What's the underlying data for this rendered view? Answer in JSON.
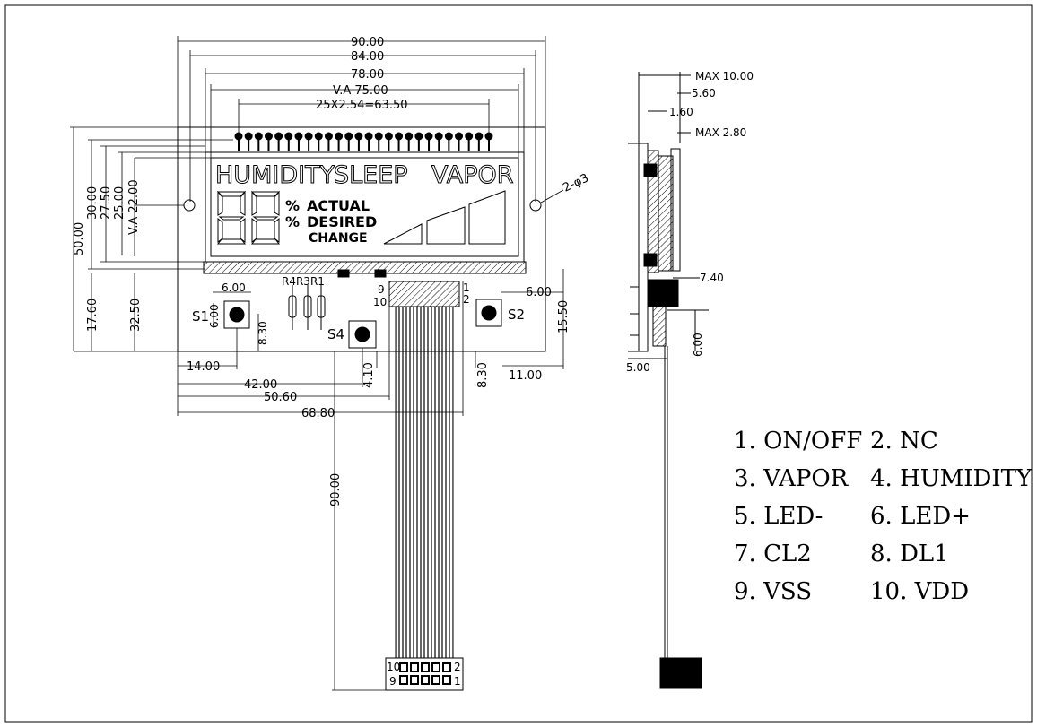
{
  "lcd": {
    "humidity": "HUMIDITY",
    "sleep": "SLEEP",
    "vapor": "VAPOR",
    "percent": "%",
    "actual": "ACTUAL",
    "desired": "DESIRED",
    "change": "CHANGE"
  },
  "hole_note": "2-φ3",
  "dims": {
    "w90": "90.00",
    "w84": "84.00",
    "w78": "78.00",
    "va75": "V.A 75.00",
    "pitch": "25X2.54=63.50",
    "h50": "50.00",
    "h30": "30.00",
    "h27_5": "27.50",
    "h25": "25.00",
    "va22": "V.A 22.00",
    "h17_6": "17.60",
    "h32_5": "32.50",
    "sw_w": "6.00",
    "sw_h": "6.00",
    "sw_8_30": "8.30",
    "d14": "14.00",
    "d42": "42.00",
    "d50_6": "50.60",
    "d68_8": "68.80",
    "d4_10": "4.10",
    "d8_30b": "8.30",
    "d11": "11.00",
    "d6r": "6.00",
    "d15_5": "15.50",
    "d90v": "90.00",
    "side_max10": "MAX 10.00",
    "side_5_60": "5.60",
    "side_1_60": "1.60",
    "side_max2_8": "MAX 2.80",
    "side_7_40": "7.40",
    "side_6": "6.00",
    "side_5": "5.00"
  },
  "labels": {
    "r4r3r1": "R4R3R1",
    "s1": "S1",
    "s2": "S2",
    "s4": "S4",
    "fpc9": "9",
    "fpc10": "10",
    "fpc1": "1",
    "fpc2": "2",
    "con10": "10",
    "con9": "9",
    "con2": "2",
    "con1": "1"
  },
  "pins": [
    {
      "a": "1. ON/OFF",
      "b": "2. NC"
    },
    {
      "a": "3. VAPOR",
      "b": "4. HUMIDITY"
    },
    {
      "a": "5. LED-",
      "b": "6. LED+"
    },
    {
      "a": "7. CL2",
      "b": "8. DL1"
    },
    {
      "a": "9. VSS",
      "b": "10. VDD"
    }
  ]
}
